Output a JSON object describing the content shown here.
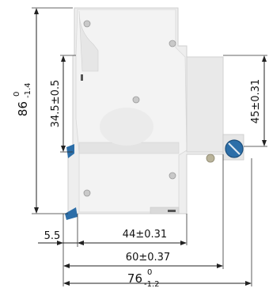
{
  "dimensions": {
    "height_total": {
      "nominal": "86",
      "upper": "0",
      "lower": "-1.4"
    },
    "body_mid": "34.5±0.5",
    "right_height": "45±0.31",
    "left_offset": "5.5",
    "width_inner": "44±0.31",
    "width_mid": "60±0.37",
    "width_total": {
      "nominal": "76",
      "upper": "0",
      "lower": "-1.2"
    }
  },
  "colors": {
    "body": "#eeeeee",
    "body_shadow": "#d6d6d6",
    "terminal": "#2c6ea8",
    "screw": "#b9b39a",
    "dimension": "#222222"
  },
  "icons": {
    "terminal_screw": "blue-terminal-screw-icon"
  }
}
